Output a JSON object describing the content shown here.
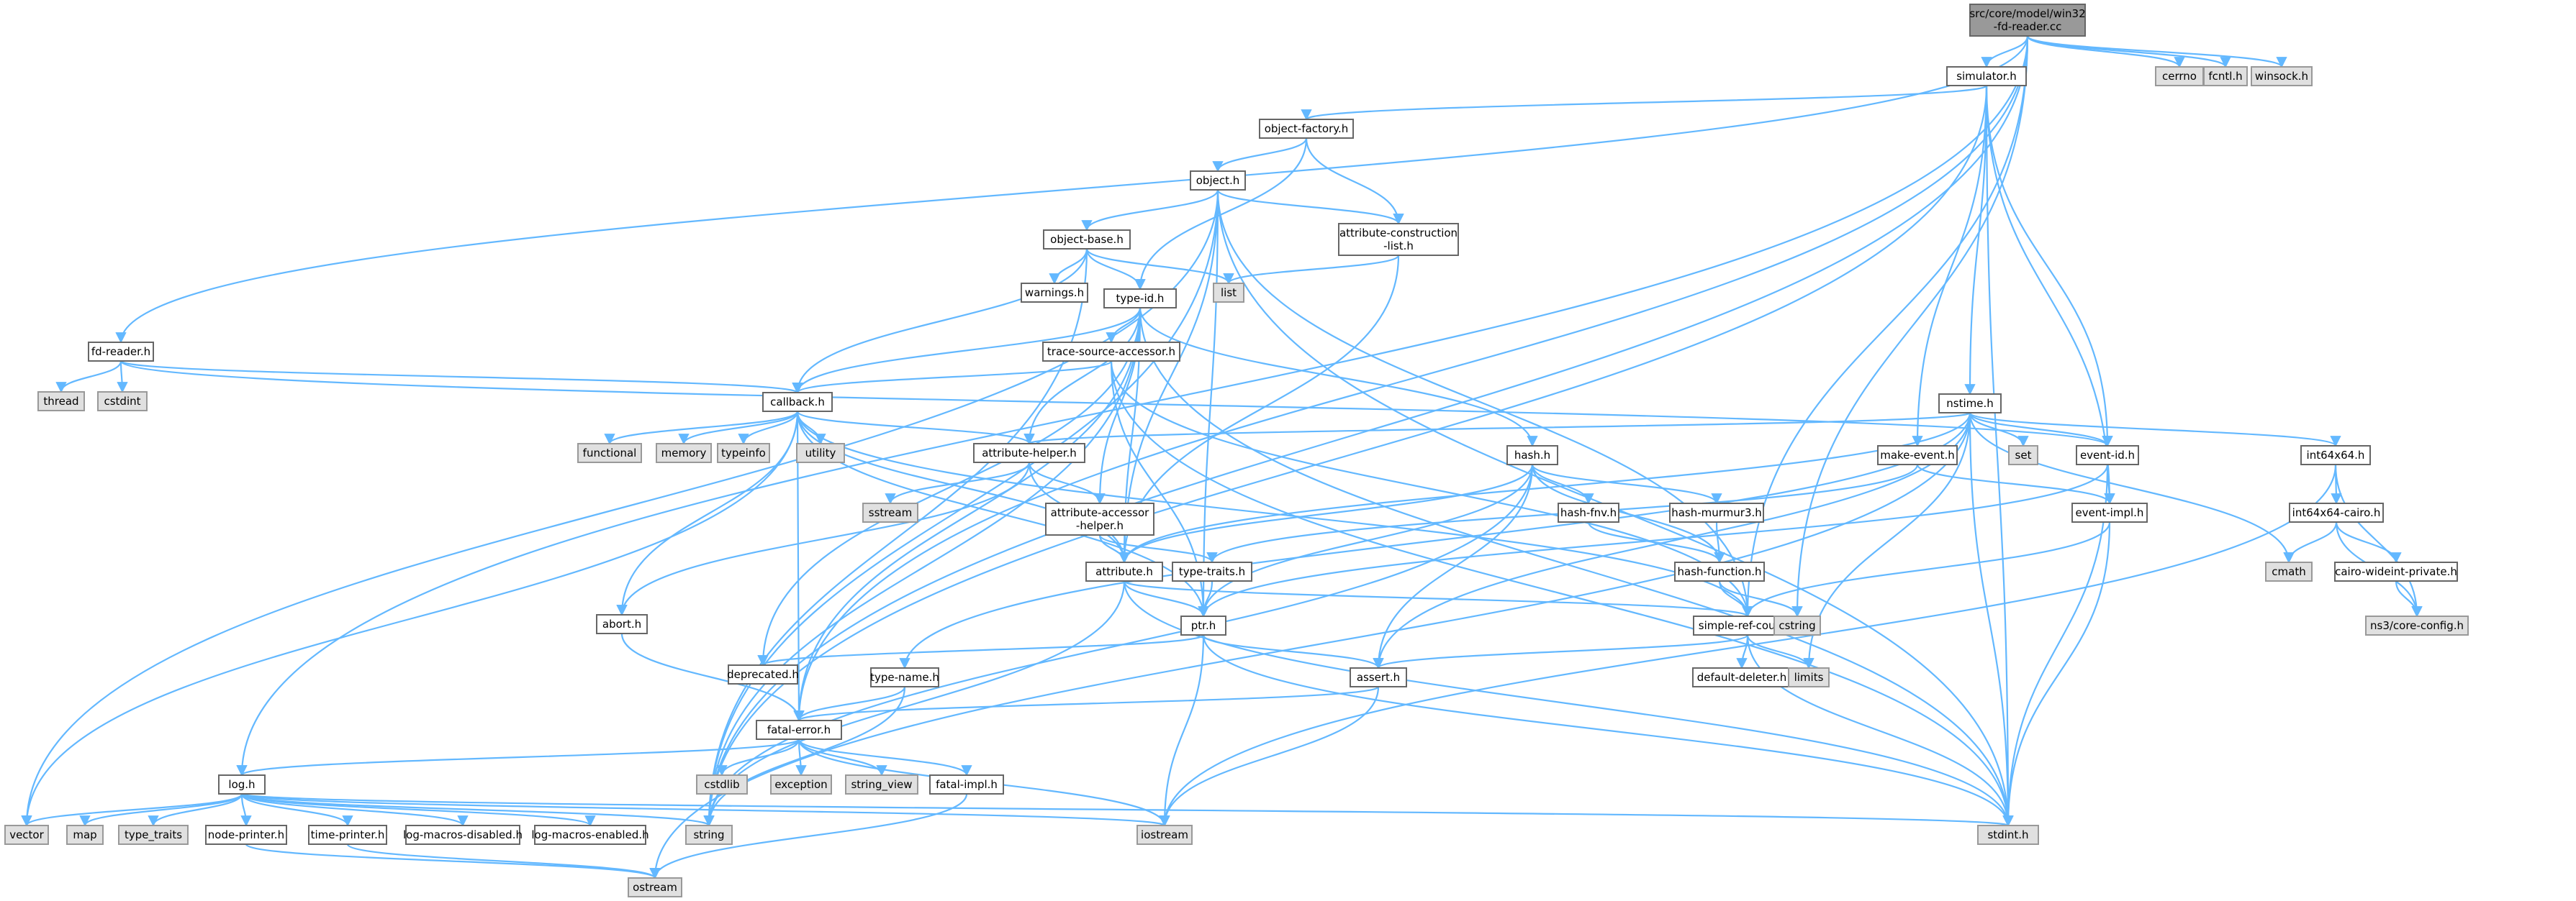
{
  "root": "src/core/model/win32-fd-reader.cc",
  "colors": {
    "edge": "#63b8ff",
    "node_border": "#666666",
    "system_fill": "#e0e0e0",
    "root_fill": "#999999",
    "background": "#ffffff"
  },
  "nodes": [
    {
      "id": "root",
      "label": [
        "src/core/model/win32",
        "-fd-reader.cc"
      ],
      "kind": "root"
    },
    {
      "id": "simulator",
      "label": [
        "simulator.h"
      ],
      "kind": "hdr"
    },
    {
      "id": "cerrno",
      "label": [
        "cerrno"
      ],
      "kind": "sys"
    },
    {
      "id": "fcntl",
      "label": [
        "fcntl.h"
      ],
      "kind": "sys"
    },
    {
      "id": "winsock",
      "label": [
        "winsock.h"
      ],
      "kind": "sys"
    },
    {
      "id": "objfactory",
      "label": [
        "object-factory.h"
      ],
      "kind": "hdr"
    },
    {
      "id": "object",
      "label": [
        "object.h"
      ],
      "kind": "hdr"
    },
    {
      "id": "objbase",
      "label": [
        "object-base.h"
      ],
      "kind": "hdr"
    },
    {
      "id": "attrcons",
      "label": [
        "attribute-construction",
        "-list.h"
      ],
      "kind": "hdr"
    },
    {
      "id": "warnings",
      "label": [
        "warnings.h"
      ],
      "kind": "hdr"
    },
    {
      "id": "list",
      "label": [
        "list"
      ],
      "kind": "sys"
    },
    {
      "id": "typeid",
      "label": [
        "type-id.h"
      ],
      "kind": "hdr"
    },
    {
      "id": "fdreader",
      "label": [
        "fd-reader.h"
      ],
      "kind": "hdr"
    },
    {
      "id": "thread",
      "label": [
        "thread"
      ],
      "kind": "sys"
    },
    {
      "id": "cstdint",
      "label": [
        "cstdint"
      ],
      "kind": "sys"
    },
    {
      "id": "tsa",
      "label": [
        "trace-source-accessor.h"
      ],
      "kind": "hdr"
    },
    {
      "id": "callback",
      "label": [
        "callback.h"
      ],
      "kind": "hdr"
    },
    {
      "id": "functional",
      "label": [
        "functional"
      ],
      "kind": "sys"
    },
    {
      "id": "memory",
      "label": [
        "memory"
      ],
      "kind": "sys"
    },
    {
      "id": "typeinfo",
      "label": [
        "typeinfo"
      ],
      "kind": "sys"
    },
    {
      "id": "utility",
      "label": [
        "utility"
      ],
      "kind": "sys"
    },
    {
      "id": "attrhelper",
      "label": [
        "attribute-helper.h"
      ],
      "kind": "hdr"
    },
    {
      "id": "sstream",
      "label": [
        "sstream"
      ],
      "kind": "sys"
    },
    {
      "id": "attraccess",
      "label": [
        "attribute-accessor",
        "-helper.h"
      ],
      "kind": "hdr"
    },
    {
      "id": "hash",
      "label": [
        "hash.h"
      ],
      "kind": "hdr"
    },
    {
      "id": "hashfnv",
      "label": [
        "hash-fnv.h"
      ],
      "kind": "hdr"
    },
    {
      "id": "hashmurmur",
      "label": [
        "hash-murmur3.h"
      ],
      "kind": "hdr"
    },
    {
      "id": "hashfunc",
      "label": [
        "hash-function.h"
      ],
      "kind": "hdr"
    },
    {
      "id": "typetraits",
      "label": [
        "type-traits.h"
      ],
      "kind": "hdr"
    },
    {
      "id": "attribute",
      "label": [
        "attribute.h"
      ],
      "kind": "hdr"
    },
    {
      "id": "ptr",
      "label": [
        "ptr.h"
      ],
      "kind": "hdr"
    },
    {
      "id": "abort",
      "label": [
        "abort.h"
      ],
      "kind": "hdr"
    },
    {
      "id": "deprecated",
      "label": [
        "deprecated.h"
      ],
      "kind": "hdr"
    },
    {
      "id": "typename",
      "label": [
        "type-name.h"
      ],
      "kind": "hdr"
    },
    {
      "id": "assert",
      "label": [
        "assert.h"
      ],
      "kind": "hdr"
    },
    {
      "id": "fatalerror",
      "label": [
        "fatal-error.h"
      ],
      "kind": "hdr"
    },
    {
      "id": "cstdlib",
      "label": [
        "cstdlib"
      ],
      "kind": "sys"
    },
    {
      "id": "exception",
      "label": [
        "exception"
      ],
      "kind": "sys"
    },
    {
      "id": "string_view",
      "label": [
        "string_view"
      ],
      "kind": "sys"
    },
    {
      "id": "fatalimpl",
      "label": [
        "fatal-impl.h"
      ],
      "kind": "hdr"
    },
    {
      "id": "log",
      "label": [
        "log.h"
      ],
      "kind": "hdr"
    },
    {
      "id": "vector",
      "label": [
        "vector"
      ],
      "kind": "sys"
    },
    {
      "id": "map",
      "label": [
        "map"
      ],
      "kind": "sys"
    },
    {
      "id": "type_traits",
      "label": [
        "type_traits"
      ],
      "kind": "sys"
    },
    {
      "id": "nodeprinter",
      "label": [
        "node-printer.h"
      ],
      "kind": "hdr"
    },
    {
      "id": "timeprinter",
      "label": [
        "time-printer.h"
      ],
      "kind": "hdr"
    },
    {
      "id": "logdisabled",
      "label": [
        "log-macros-disabled.h"
      ],
      "kind": "hdr"
    },
    {
      "id": "logenabled",
      "label": [
        "log-macros-enabled.h"
      ],
      "kind": "hdr"
    },
    {
      "id": "string",
      "label": [
        "string"
      ],
      "kind": "sys"
    },
    {
      "id": "iostream",
      "label": [
        "iostream"
      ],
      "kind": "sys"
    },
    {
      "id": "ostream",
      "label": [
        "ostream"
      ],
      "kind": "sys"
    },
    {
      "id": "nstime",
      "label": [
        "nstime.h"
      ],
      "kind": "hdr"
    },
    {
      "id": "makeevent",
      "label": [
        "make-event.h"
      ],
      "kind": "hdr"
    },
    {
      "id": "set",
      "label": [
        "set"
      ],
      "kind": "sys"
    },
    {
      "id": "eventid",
      "label": [
        "event-id.h"
      ],
      "kind": "hdr"
    },
    {
      "id": "eventimpl",
      "label": [
        "event-impl.h"
      ],
      "kind": "hdr"
    },
    {
      "id": "int64x64",
      "label": [
        "int64x64.h"
      ],
      "kind": "hdr"
    },
    {
      "id": "int64cairo",
      "label": [
        "int64x64-cairo.h"
      ],
      "kind": "hdr"
    },
    {
      "id": "cmath",
      "label": [
        "cmath"
      ],
      "kind": "sys"
    },
    {
      "id": "cairowide",
      "label": [
        "cairo-wideint-private.h"
      ],
      "kind": "hdr"
    },
    {
      "id": "coreconfig",
      "label": [
        "ns3/core-config.h"
      ],
      "kind": "sys"
    },
    {
      "id": "simplerefcount",
      "label": [
        "simple-ref-count.h"
      ],
      "kind": "hdr"
    },
    {
      "id": "defaultdeleter",
      "label": [
        "default-deleter.h"
      ],
      "kind": "hdr"
    },
    {
      "id": "limits",
      "label": [
        "limits"
      ],
      "kind": "sys"
    },
    {
      "id": "cstring",
      "label": [
        "cstring"
      ],
      "kind": "sys"
    },
    {
      "id": "stdint",
      "label": [
        "stdint.h"
      ],
      "kind": "sys"
    }
  ],
  "edges": [
    [
      "root",
      "simulator"
    ],
    [
      "root",
      "cerrno"
    ],
    [
      "root",
      "fcntl"
    ],
    [
      "root",
      "winsock"
    ],
    [
      "root",
      "fdreader"
    ],
    [
      "root",
      "log"
    ],
    [
      "root",
      "fatalerror"
    ],
    [
      "root",
      "simplerefcount"
    ],
    [
      "root",
      "string"
    ],
    [
      "root",
      "cstring"
    ],
    [
      "simulator",
      "objfactory"
    ],
    [
      "simulator",
      "nstime"
    ],
    [
      "simulator",
      "makeevent"
    ],
    [
      "simulator",
      "eventid"
    ],
    [
      "simulator",
      "eventimpl"
    ],
    [
      "simulator",
      "stdint"
    ],
    [
      "simulator",
      "string"
    ],
    [
      "objfactory",
      "object"
    ],
    [
      "objfactory",
      "attrcons"
    ],
    [
      "objfactory",
      "typeid"
    ],
    [
      "object",
      "objbase"
    ],
    [
      "object",
      "attrcons"
    ],
    [
      "object",
      "attribute"
    ],
    [
      "object",
      "ptr"
    ],
    [
      "object",
      "simplerefcount"
    ],
    [
      "object",
      "vector"
    ],
    [
      "object",
      "string"
    ],
    [
      "object",
      "stdint"
    ],
    [
      "objbase",
      "warnings"
    ],
    [
      "objbase",
      "typeid"
    ],
    [
      "objbase",
      "callback"
    ],
    [
      "objbase",
      "list"
    ],
    [
      "objbase",
      "string"
    ],
    [
      "attrcons",
      "list"
    ],
    [
      "attrcons",
      "attribute"
    ],
    [
      "typeid",
      "tsa"
    ],
    [
      "typeid",
      "callback"
    ],
    [
      "typeid",
      "attrhelper"
    ],
    [
      "typeid",
      "attraccess"
    ],
    [
      "typeid",
      "attribute"
    ],
    [
      "typeid",
      "hash"
    ],
    [
      "typeid",
      "deprecated"
    ],
    [
      "typeid",
      "fatalerror"
    ],
    [
      "typeid",
      "string"
    ],
    [
      "typeid",
      "stdint"
    ],
    [
      "fdreader",
      "thread"
    ],
    [
      "fdreader",
      "cstdint"
    ],
    [
      "fdreader",
      "callback"
    ],
    [
      "fdreader",
      "eventid"
    ],
    [
      "tsa",
      "callback"
    ],
    [
      "tsa",
      "ptr"
    ],
    [
      "tsa",
      "simplerefcount"
    ],
    [
      "tsa",
      "stdint"
    ],
    [
      "callback",
      "functional"
    ],
    [
      "callback",
      "memory"
    ],
    [
      "callback",
      "typeinfo"
    ],
    [
      "callback",
      "utility"
    ],
    [
      "callback",
      "attrhelper"
    ],
    [
      "callback",
      "attribute"
    ],
    [
      "callback",
      "ptr"
    ],
    [
      "callback",
      "simplerefcount"
    ],
    [
      "callback",
      "abort"
    ],
    [
      "callback",
      "fatalerror"
    ],
    [
      "callback",
      "vector"
    ],
    [
      "attrhelper",
      "sstream"
    ],
    [
      "attrhelper",
      "attraccess"
    ],
    [
      "attrhelper",
      "attribute"
    ],
    [
      "attrhelper",
      "abort"
    ],
    [
      "attraccess",
      "attribute"
    ],
    [
      "attraccess",
      "typetraits"
    ],
    [
      "hash",
      "hashfnv"
    ],
    [
      "hash",
      "hashmurmur"
    ],
    [
      "hash",
      "hashfunc"
    ],
    [
      "hash",
      "assert"
    ],
    [
      "hash",
      "ptr"
    ],
    [
      "hash",
      "string"
    ],
    [
      "hash",
      "attribute"
    ],
    [
      "hashfnv",
      "hashfunc"
    ],
    [
      "hashmurmur",
      "hashfunc"
    ],
    [
      "hashfunc",
      "simplerefcount"
    ],
    [
      "hashfunc",
      "cstring"
    ],
    [
      "typetraits",
      "ptr"
    ],
    [
      "attribute",
      "ptr"
    ],
    [
      "attribute",
      "simplerefcount"
    ],
    [
      "attribute",
      "string"
    ],
    [
      "attribute",
      "stdint"
    ],
    [
      "ptr",
      "assert"
    ],
    [
      "ptr",
      "deprecated"
    ],
    [
      "ptr",
      "iostream"
    ],
    [
      "ptr",
      "stdint"
    ],
    [
      "abort",
      "fatalerror"
    ],
    [
      "typename",
      "fatalerror"
    ],
    [
      "typename",
      "string"
    ],
    [
      "assert",
      "fatalerror"
    ],
    [
      "assert",
      "iostream"
    ],
    [
      "fatalerror",
      "cstdlib"
    ],
    [
      "fatalerror",
      "exception"
    ],
    [
      "fatalerror",
      "string_view"
    ],
    [
      "fatalerror",
      "fatalimpl"
    ],
    [
      "fatalerror",
      "log"
    ],
    [
      "fatalerror",
      "iostream"
    ],
    [
      "fatalimpl",
      "ostream"
    ],
    [
      "log",
      "vector"
    ],
    [
      "log",
      "map"
    ],
    [
      "log",
      "type_traits"
    ],
    [
      "log",
      "nodeprinter"
    ],
    [
      "log",
      "timeprinter"
    ],
    [
      "log",
      "logdisabled"
    ],
    [
      "log",
      "logenabled"
    ],
    [
      "log",
      "string"
    ],
    [
      "log",
      "iostream"
    ],
    [
      "log",
      "stdint"
    ],
    [
      "nodeprinter",
      "ostream"
    ],
    [
      "timeprinter",
      "ostream"
    ],
    [
      "nstime",
      "set"
    ],
    [
      "nstime",
      "eventid"
    ],
    [
      "nstime",
      "int64x64"
    ],
    [
      "nstime",
      "cmath"
    ],
    [
      "nstime",
      "limits"
    ],
    [
      "nstime",
      "attrhelper"
    ],
    [
      "nstime",
      "attribute"
    ],
    [
      "nstime",
      "typename"
    ],
    [
      "nstime",
      "assert"
    ],
    [
      "nstime",
      "stdint"
    ],
    [
      "nstime",
      "ostream"
    ],
    [
      "makeevent",
      "eventimpl"
    ],
    [
      "makeevent",
      "typetraits"
    ],
    [
      "eventid",
      "eventimpl"
    ],
    [
      "eventid",
      "ptr"
    ],
    [
      "eventid",
      "stdint"
    ],
    [
      "eventimpl",
      "simplerefcount"
    ],
    [
      "eventimpl",
      "stdint"
    ],
    [
      "int64x64",
      "int64cairo"
    ],
    [
      "int64x64",
      "coreconfig"
    ],
    [
      "int64x64",
      "iostream"
    ],
    [
      "int64cairo",
      "cairowide"
    ],
    [
      "int64cairo",
      "cmath"
    ],
    [
      "int64cairo",
      "coreconfig"
    ],
    [
      "cairowide",
      "coreconfig"
    ],
    [
      "simplerefcount",
      "defaultdeleter"
    ],
    [
      "simplerefcount",
      "assert"
    ],
    [
      "simplerefcount",
      "limits"
    ],
    [
      "simplerefcount",
      "stdint"
    ]
  ]
}
